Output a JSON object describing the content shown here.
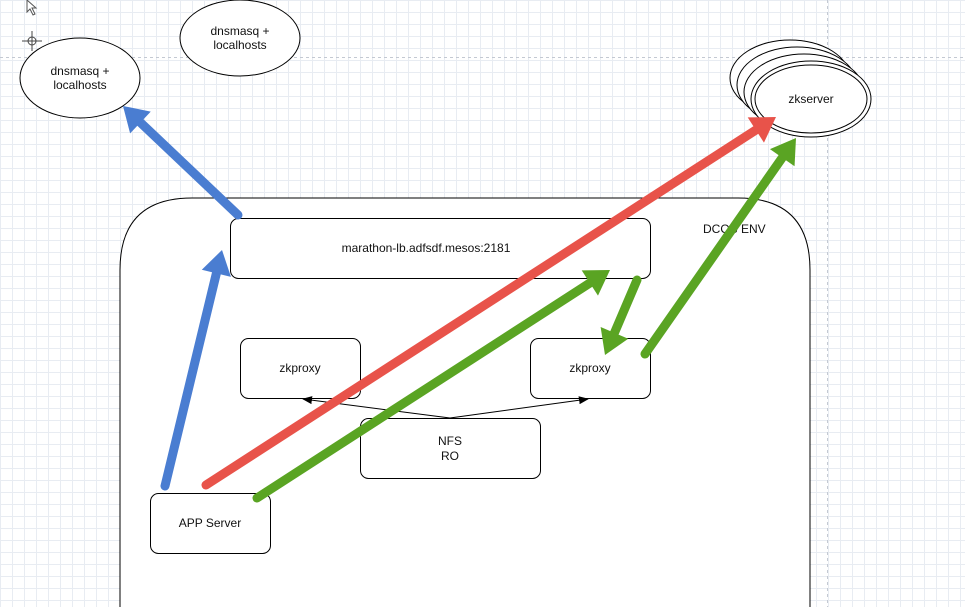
{
  "diagram": {
    "ellipses": {
      "dns_left": {
        "line1": "dnsmasq +",
        "line2": "localhosts"
      },
      "dns_right": {
        "line1": "dnsmasq +",
        "line2": "localhosts"
      },
      "zkserver": {
        "label": "zkserver"
      }
    },
    "container": {
      "label": "DCOS ENV"
    },
    "boxes": {
      "marathon_lb": {
        "label": "marathon-lb.adfsdf.mesos:2181"
      },
      "zkproxy_left": {
        "label": "zkproxy"
      },
      "zkproxy_right": {
        "label": "zkproxy"
      },
      "nfs": {
        "line1": "NFS",
        "line2": "RO"
      },
      "app_server": {
        "label": "APP Server"
      }
    },
    "arrow_colors": {
      "blue": "#4a7dd1",
      "red": "#e8534a",
      "green": "#5aa423"
    }
  }
}
